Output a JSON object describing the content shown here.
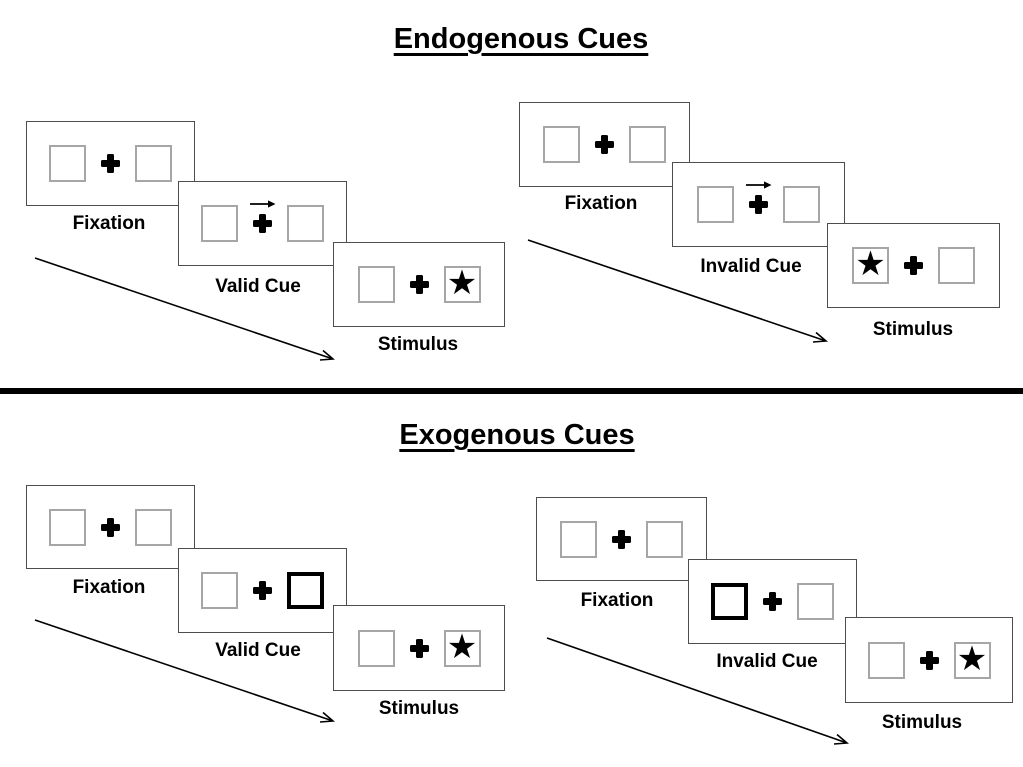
{
  "colors": {
    "ink": "#000000",
    "panel_border": "#4d4d4d",
    "box_border": "#a6a6a6",
    "divider": "#000000"
  },
  "icons": {
    "star-icon": "★",
    "fixation-cross-icon": "✚",
    "cue-arrow-icon": "→",
    "timeline-arrow-icon": "↘"
  },
  "sections": [
    {
      "title": "Endogenous Cues",
      "trials": [
        {
          "name": "valid-trial",
          "cue_type": "central arrow pointing right",
          "stimulus_side": "right",
          "panels": [
            {
              "label": "Fixation",
              "cue_arrow": null,
              "bold_box": null,
              "star": null
            },
            {
              "label": "Valid Cue",
              "cue_arrow": "right",
              "bold_box": null,
              "star": null
            },
            {
              "label": "Stimulus",
              "cue_arrow": null,
              "bold_box": null,
              "star": "right"
            }
          ]
        },
        {
          "name": "invalid-trial",
          "cue_type": "central arrow pointing right",
          "stimulus_side": "left",
          "panels": [
            {
              "label": "Fixation",
              "cue_arrow": null,
              "bold_box": null,
              "star": null
            },
            {
              "label": "Invalid Cue",
              "cue_arrow": "right",
              "bold_box": null,
              "star": null
            },
            {
              "label": "Stimulus",
              "cue_arrow": null,
              "bold_box": null,
              "star": "left"
            }
          ]
        }
      ]
    },
    {
      "title": "Exogenous Cues",
      "trials": [
        {
          "name": "valid-trial",
          "cue_type": "peripheral bold box right",
          "stimulus_side": "right",
          "panels": [
            {
              "label": "Fixation",
              "cue_arrow": null,
              "bold_box": null,
              "star": null
            },
            {
              "label": "Valid Cue",
              "cue_arrow": null,
              "bold_box": "right",
              "star": null
            },
            {
              "label": "Stimulus",
              "cue_arrow": null,
              "bold_box": null,
              "star": "right"
            }
          ]
        },
        {
          "name": "invalid-trial",
          "cue_type": "peripheral bold box left",
          "stimulus_side": "right",
          "panels": [
            {
              "label": "Fixation",
              "cue_arrow": null,
              "bold_box": null,
              "star": null
            },
            {
              "label": "Invalid Cue",
              "cue_arrow": null,
              "bold_box": "left",
              "star": null
            },
            {
              "label": "Stimulus",
              "cue_arrow": null,
              "bold_box": null,
              "star": "right"
            }
          ]
        }
      ]
    }
  ]
}
